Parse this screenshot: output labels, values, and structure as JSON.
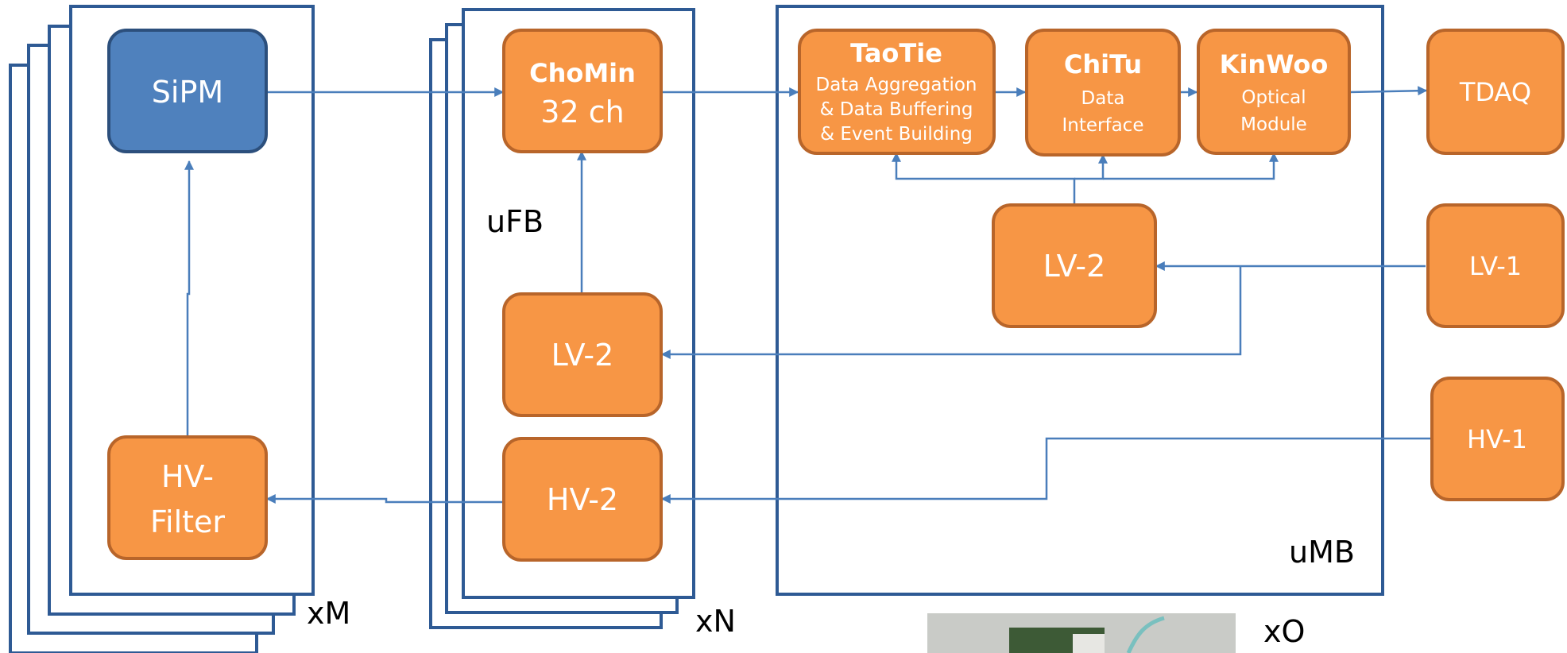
{
  "diagram": {
    "blocks": {
      "sipm": {
        "line1": "SiPM"
      },
      "hv_filter": {
        "line1": "HV-",
        "line2": "Filter"
      },
      "chomin": {
        "title": "ChoMin",
        "line2": "32 ch"
      },
      "lv2_fb": {
        "line1": "LV-2"
      },
      "hv2_fb": {
        "line1": "HV-2"
      },
      "taotie": {
        "title": "TaoTie",
        "line1": "Data Aggregation",
        "line2": "& Data Buffering",
        "line3": "& Event Building"
      },
      "chitu": {
        "title": "ChiTu",
        "line1": "Data",
        "line2": "Interface"
      },
      "kinwoo": {
        "title": "KinWoo",
        "line1": "Optical",
        "line2": "Module"
      },
      "lv2_mb": {
        "line1": "LV-2"
      },
      "tdaq": {
        "line1": "TDAQ"
      },
      "lv1": {
        "line1": "LV-1"
      },
      "hv1": {
        "line1": "HV-1"
      }
    },
    "labels": {
      "xm": "xM",
      "xn": "xN",
      "ufb": "uFB",
      "umb": "uMB",
      "xo": "xO"
    },
    "colors": {
      "block_orange": "#f79645",
      "block_blue": "#4f81bd",
      "frame_stroke": "#2e5a94",
      "connector": "#4a7ebb"
    }
  }
}
